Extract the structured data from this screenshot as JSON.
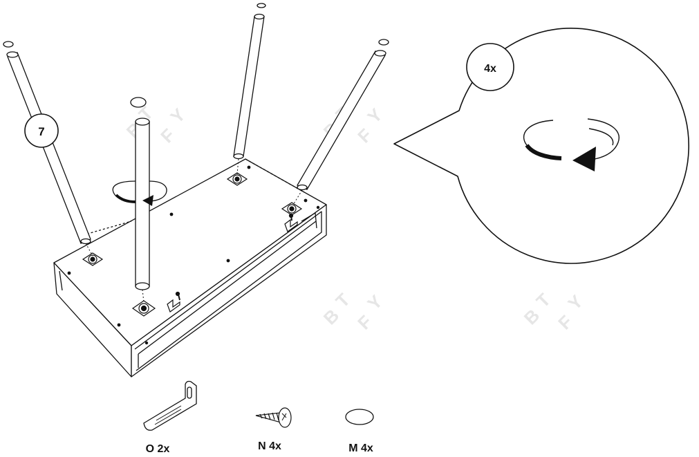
{
  "step": {
    "number": "7"
  },
  "detail": {
    "quantity": "4x",
    "rotation": "clockwise"
  },
  "parts": [
    {
      "id": "O",
      "label": "O 2x",
      "icon": "l-bracket-icon"
    },
    {
      "id": "N",
      "label": "N 4x",
      "icon": "screw-icon"
    },
    {
      "id": "M",
      "label": "M 4x",
      "icon": "felt-pad-icon"
    }
  ],
  "watermark": {
    "letters": [
      "B",
      "T",
      "F",
      "Y"
    ]
  },
  "colors": {
    "ink": "#111111",
    "paper": "#ffffff",
    "watermark": "#e6e6e6"
  }
}
